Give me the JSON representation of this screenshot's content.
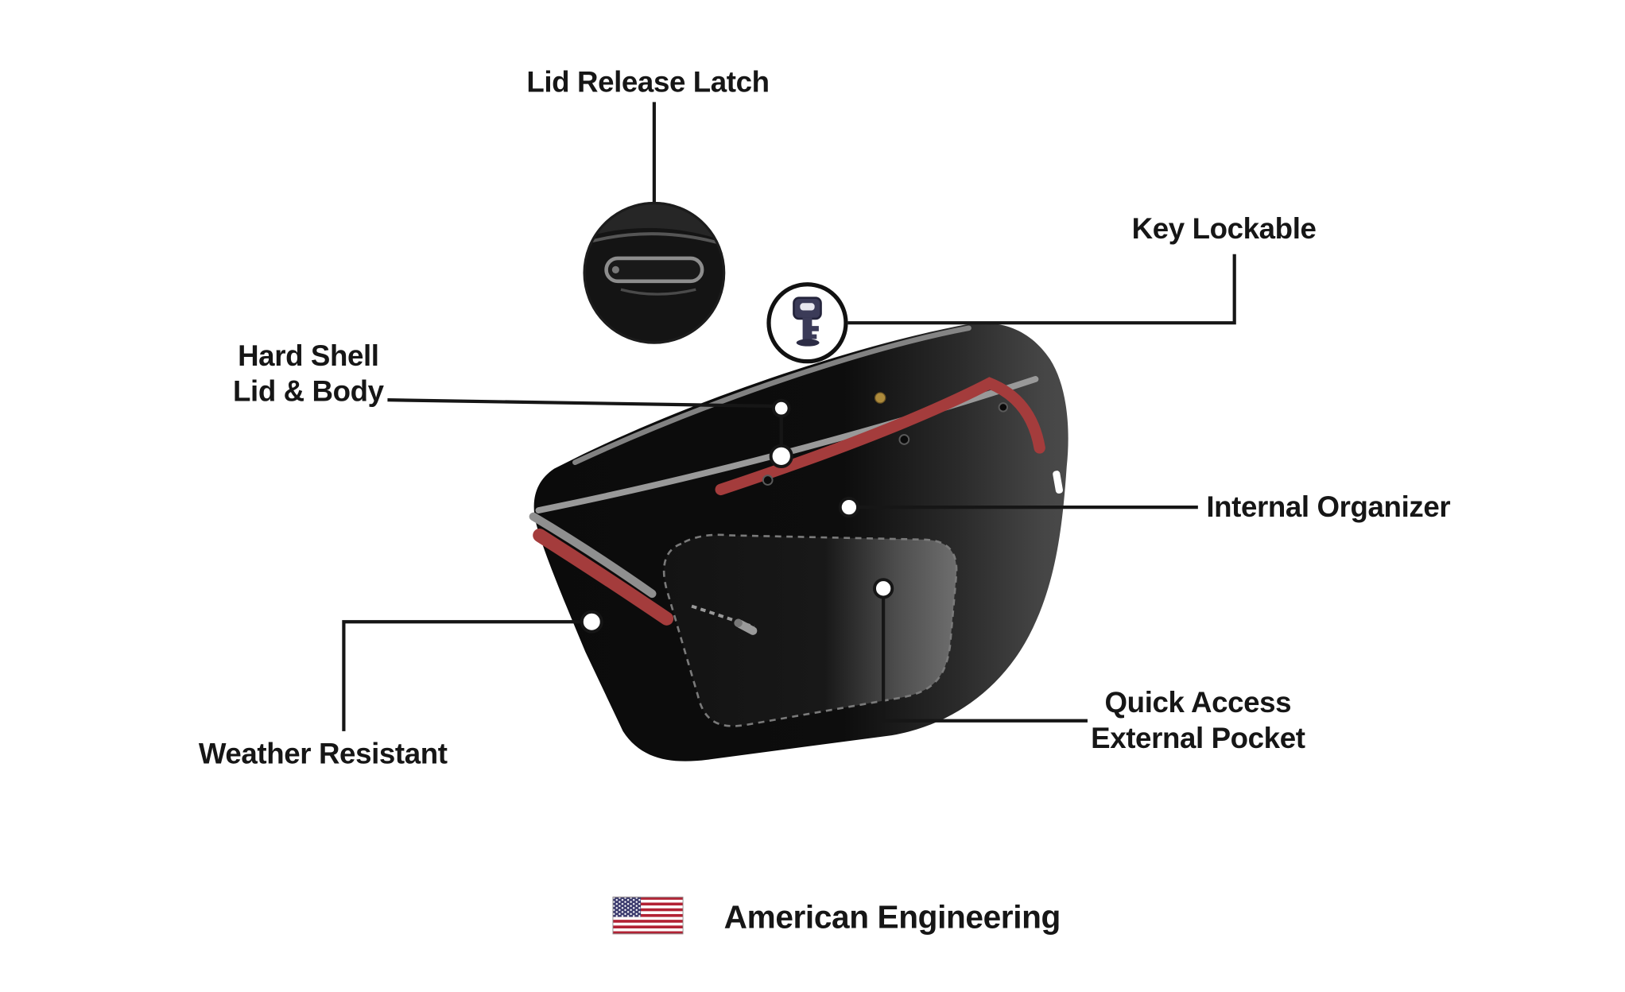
{
  "diagram": {
    "type": "product-feature-infographic",
    "subject": "motorcycle-hard-saddlebag",
    "background": "#ffffff",
    "label_color": "#161616",
    "accent_red": "#A43C3C",
    "bag_black": "#0c0c0c",
    "piping_gray": "#8f8f8f",
    "callouts": {
      "lid_release_latch": "Lid Release Latch",
      "key_lockable": "Key Lockable",
      "hard_shell": "Hard Shell\nLid & Body",
      "internal_organizer": "Internal Organizer",
      "weather_resistant": "Weather Resistant",
      "quick_access": "Quick Access\nExternal Pocket"
    },
    "footer": {
      "text": "American Engineering"
    },
    "icons": {
      "flag": "us-flag-icon",
      "key": "key-icon",
      "latch_detail": "lid-latch-detail-icon"
    },
    "flag_colors": {
      "red": "#B22234",
      "white": "#FFFFFF",
      "blue": "#3C3B6E"
    }
  }
}
